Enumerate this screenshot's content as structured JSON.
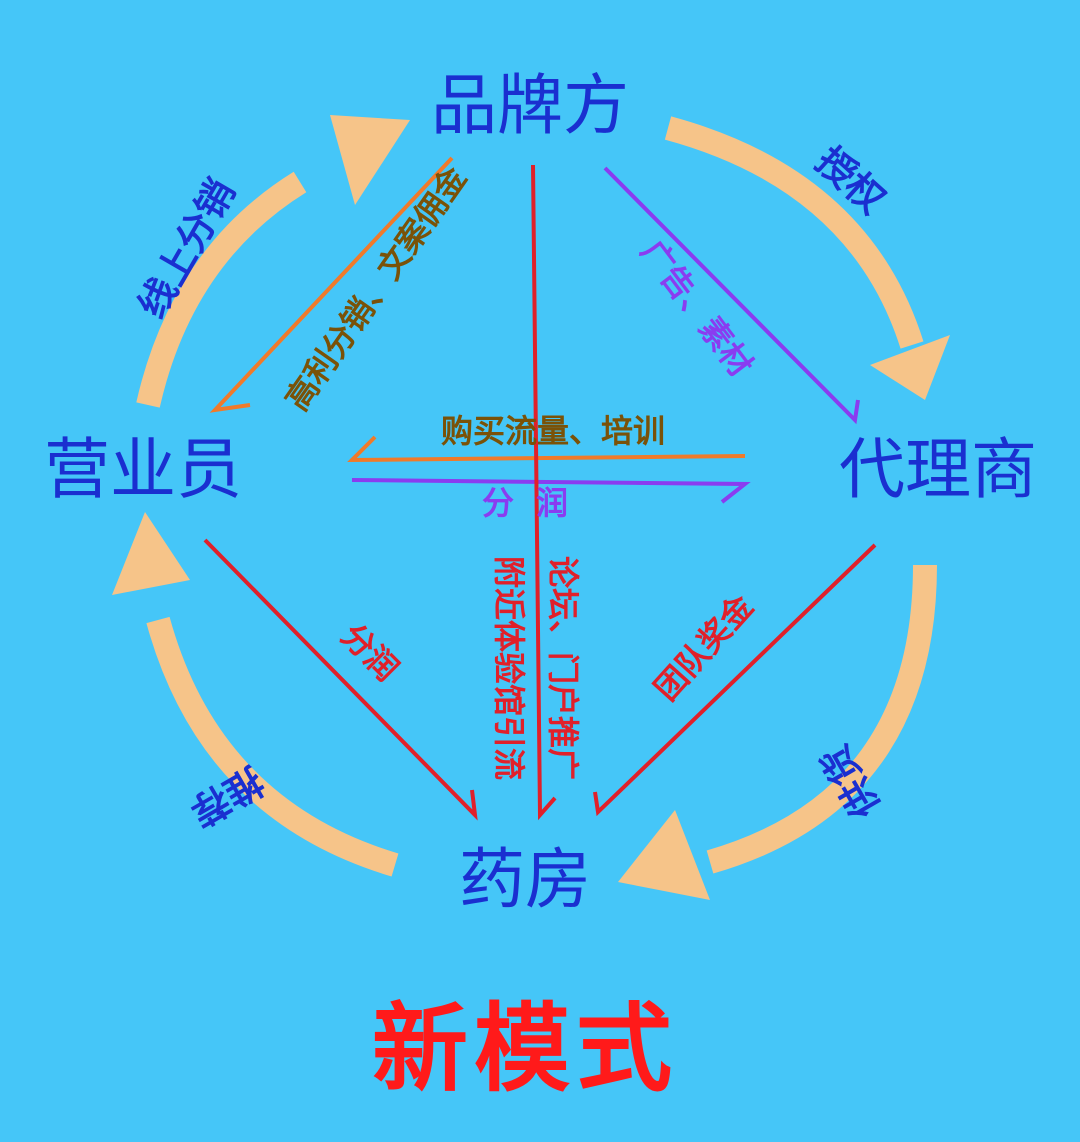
{
  "nodes": {
    "brand": "品牌方",
    "agent": "代理商",
    "pharmacy": "药房",
    "salesman": "营业员"
  },
  "cycle_labels": {
    "authorize": "授权",
    "supply": "供货",
    "promote": "推荐",
    "online_distribution": "线上分销"
  },
  "flow_labels": {
    "high_profit": "高利分销、文案佣金",
    "ads_material": "广告、素材",
    "buy_traffic": "购买流量、培训",
    "profit_share_center": "分润",
    "nearby_store": "附近体验馆引流",
    "forum_portal": "论坛、门户推广",
    "team_bonus": "团队奖金",
    "profit_share_left": "分润"
  },
  "title": "新模式",
  "colors": {
    "background": "#45c6f8",
    "node_text": "#1a2fd0",
    "cycle_arrow": "#f6c489",
    "orange_line": "#f07a2a",
    "purple_line": "#8a3cf0",
    "red_line": "#e0202a",
    "title": "#ff1a1a"
  }
}
